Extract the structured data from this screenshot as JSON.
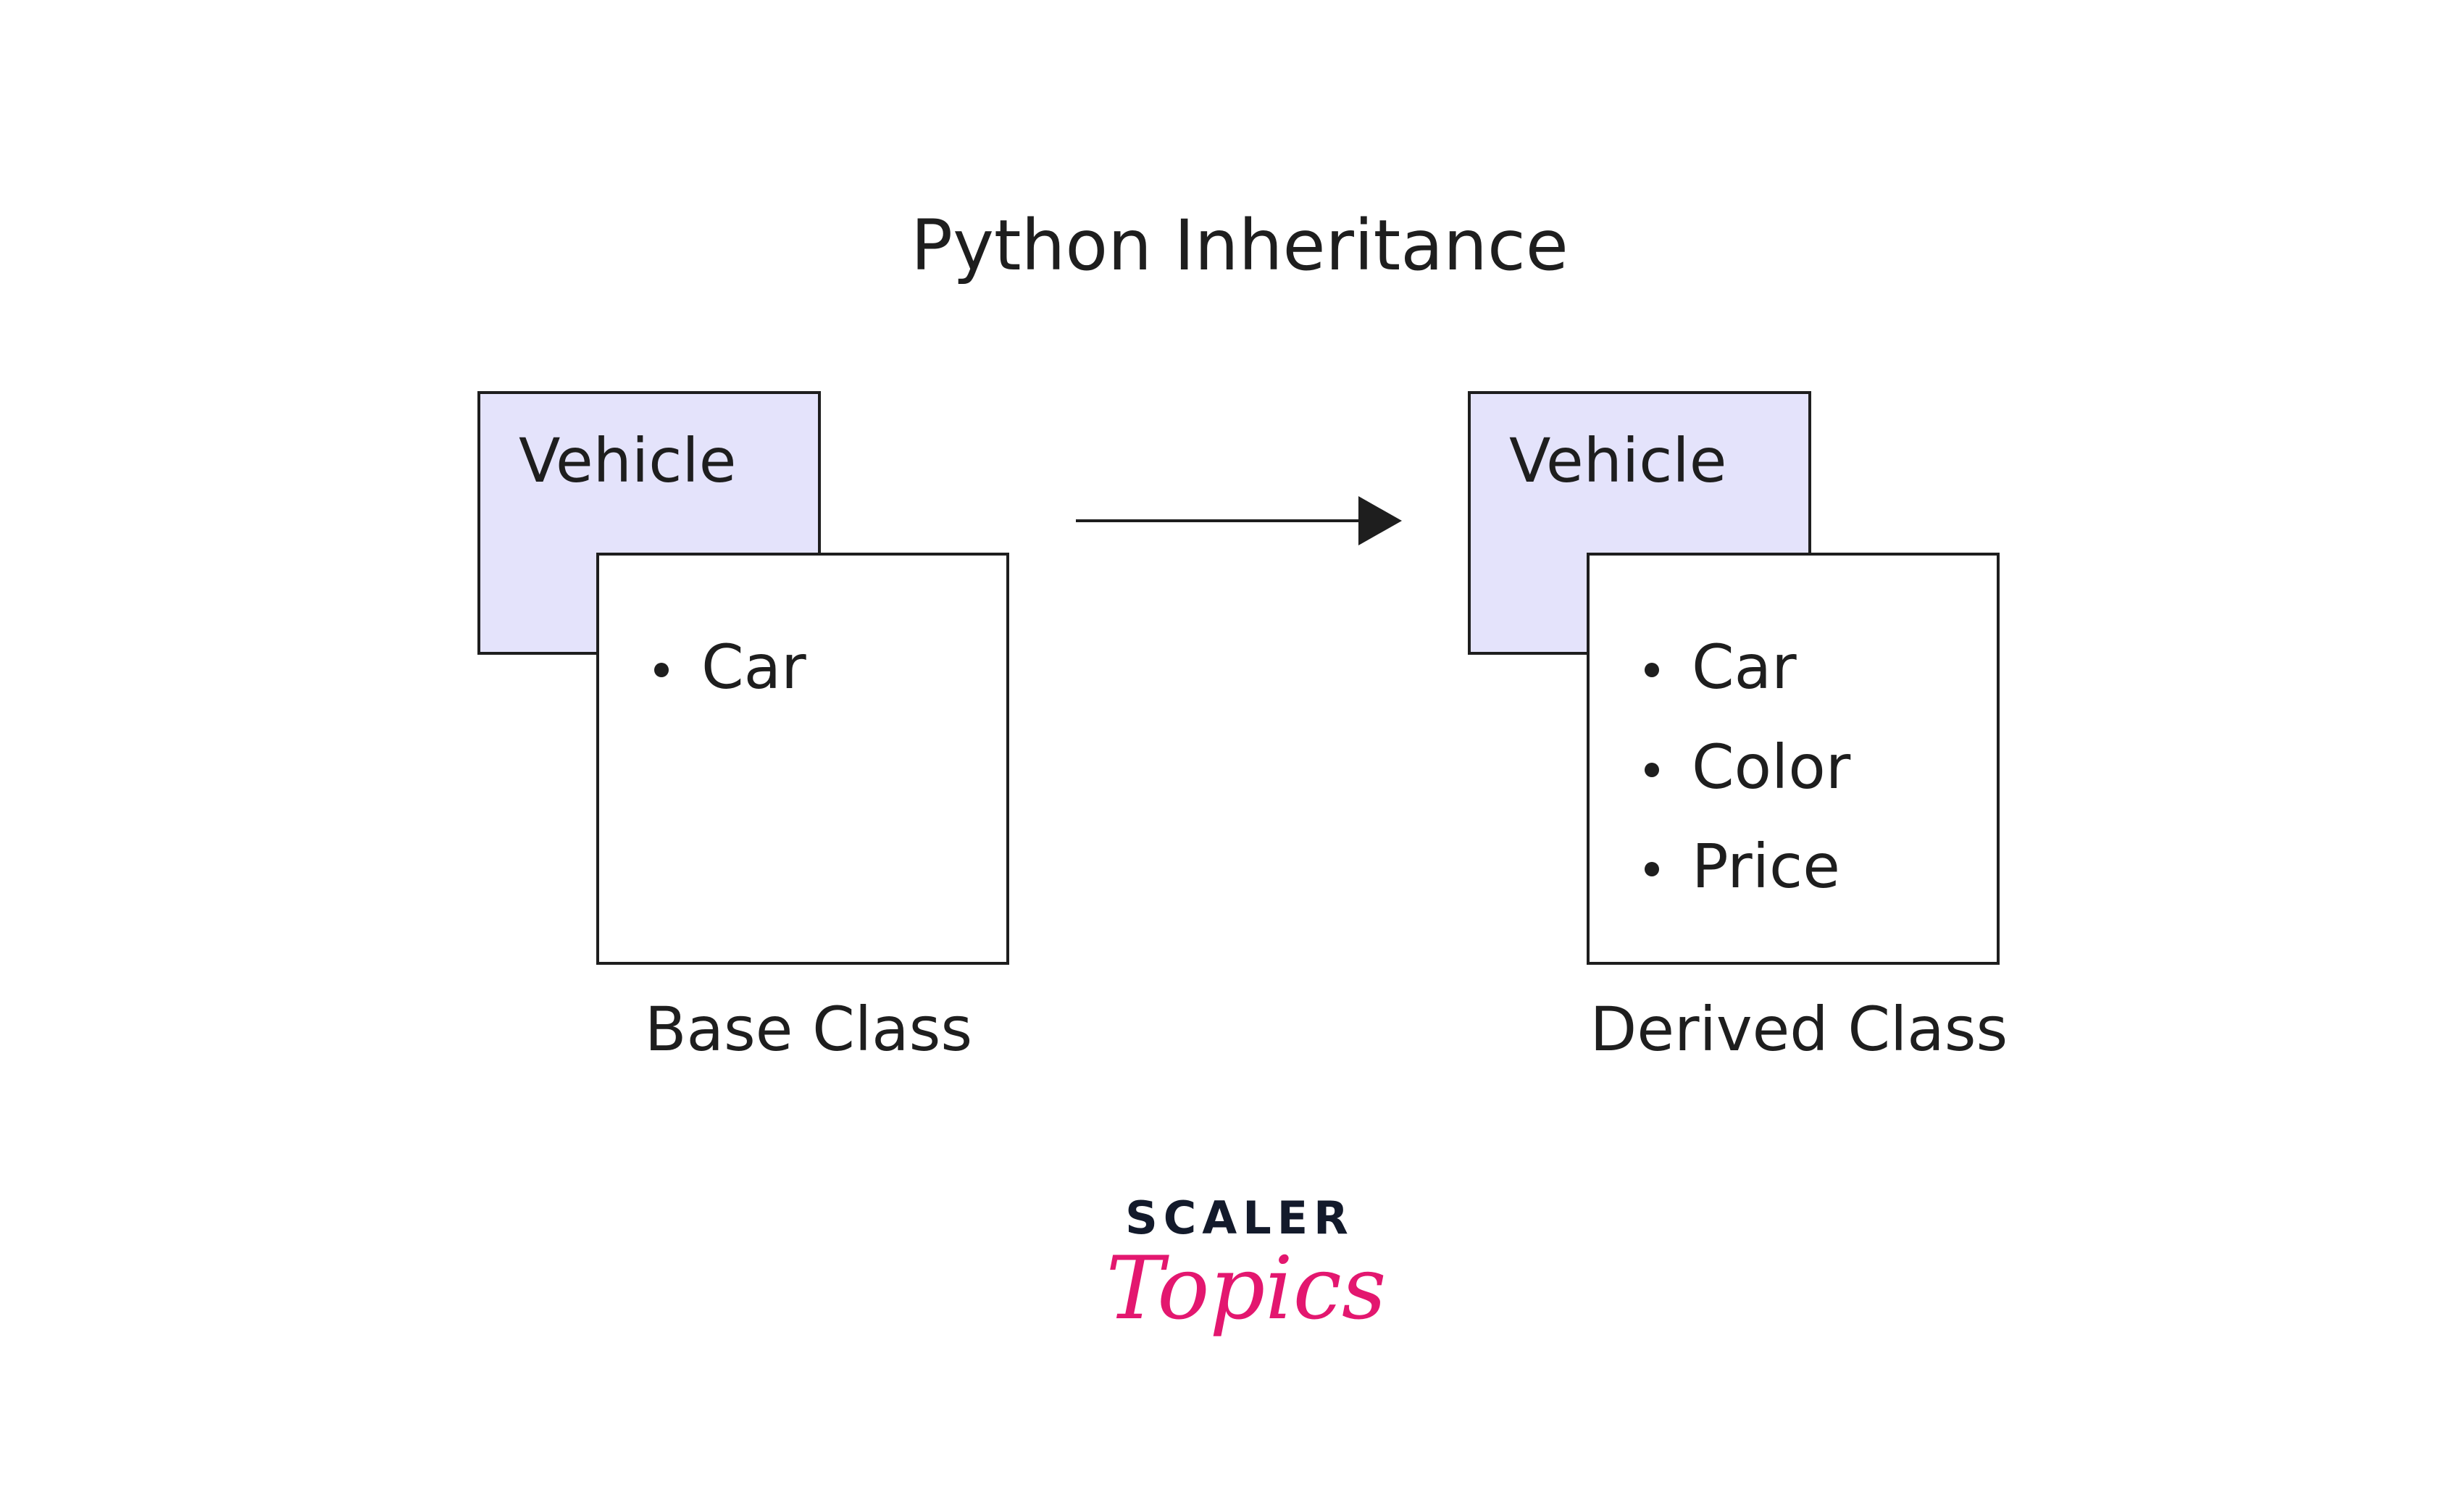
{
  "title": "Python Inheritance",
  "colors": {
    "class_header_fill": "#e4e3fb",
    "stroke": "#1e1e1e",
    "logo_dark": "#131a2b",
    "logo_pink": "#e3176f"
  },
  "base_class": {
    "name": "Vehicle",
    "members": [
      "Car"
    ],
    "caption": "Base Class"
  },
  "derived_class": {
    "name": "Vehicle",
    "members": [
      "Car",
      "Color",
      "Price"
    ],
    "caption": "Derived Class"
  },
  "logo": {
    "line1": "SCALER",
    "line2": "Topics"
  }
}
